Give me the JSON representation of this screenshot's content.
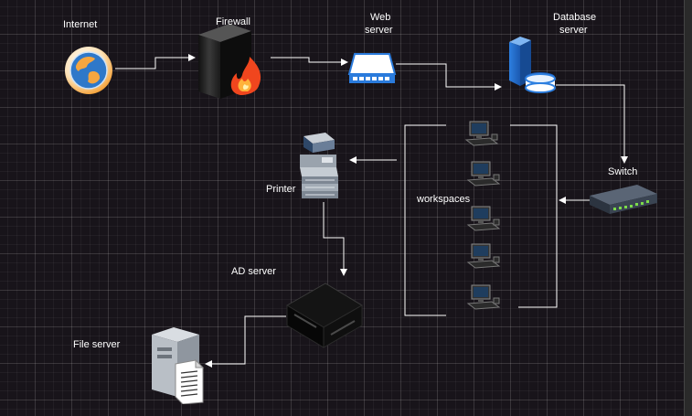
{
  "nodes": {
    "internet": {
      "label": "Internet"
    },
    "firewall": {
      "label": "Firewall"
    },
    "web_server": {
      "label_line1": "Web",
      "label_line2": "server"
    },
    "database_server": {
      "label_line1": "Database",
      "label_line2": "server"
    },
    "switch": {
      "label": "Switch"
    },
    "printer": {
      "label": "Printer"
    },
    "workspaces": {
      "label": "workspaces"
    },
    "ad_server": {
      "label": "AD server"
    },
    "file_server": {
      "label": "File server"
    }
  },
  "colors": {
    "background": "#18141a",
    "connector": "#ffffff",
    "label": "#ffffff"
  },
  "icons": [
    "globe-icon",
    "firewall-icon",
    "web-server-icon",
    "database-server-icon",
    "switch-icon",
    "printer-icon",
    "workstation-icon",
    "ad-server-icon",
    "file-server-icon"
  ]
}
